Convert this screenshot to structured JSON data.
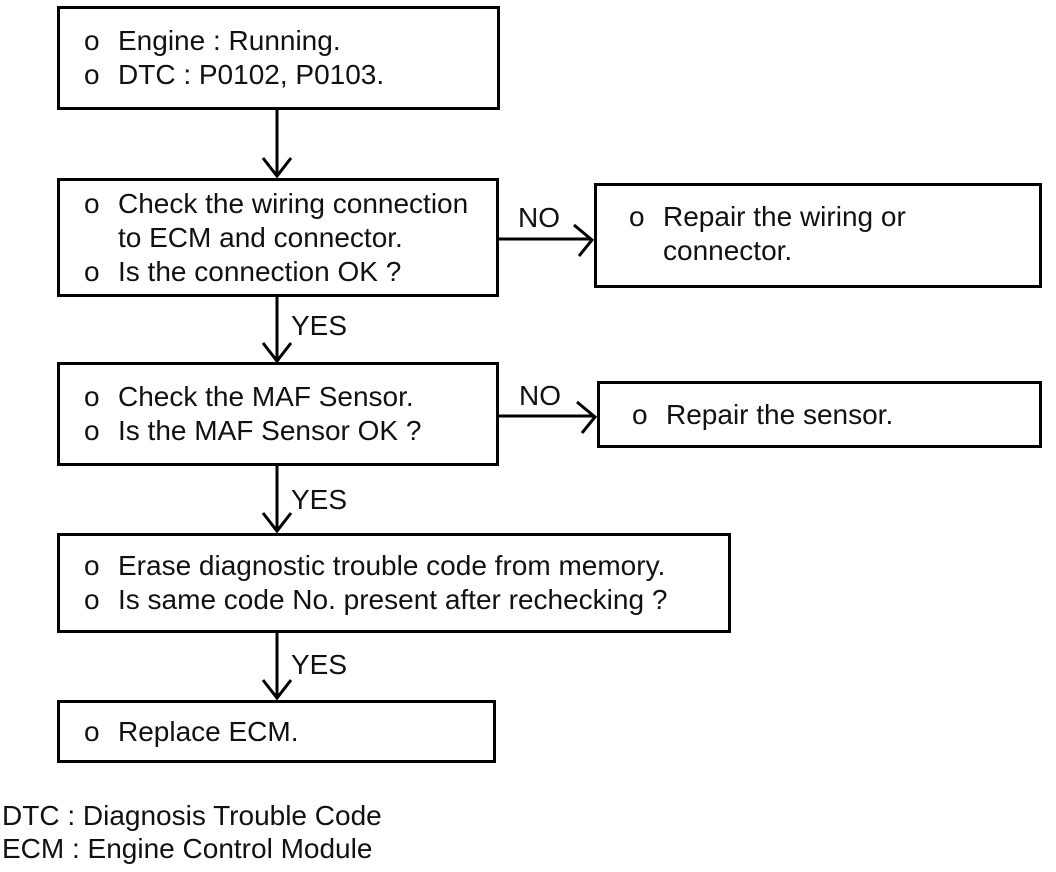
{
  "bullet": "o",
  "labels": {
    "yes": "YES",
    "no": "NO"
  },
  "boxes": {
    "step1": {
      "lines": [
        "Engine : Running.",
        "DTC : P0102, P0103."
      ]
    },
    "step2": {
      "lines": [
        "Check the wiring connection to ECM and connector.",
        "Is the connection OK ?"
      ]
    },
    "repair_wiring": {
      "lines": [
        "Repair the wiring or connector."
      ]
    },
    "step3": {
      "lines": [
        "Check the MAF Sensor.",
        "Is the MAF Sensor OK ?"
      ]
    },
    "repair_sensor": {
      "lines": [
        "Repair the sensor."
      ]
    },
    "step4": {
      "lines": [
        "Erase diagnostic trouble code from memory.",
        "Is same code No. present after rechecking ?"
      ]
    },
    "step5": {
      "lines": [
        "Replace ECM."
      ]
    }
  },
  "footnotes": {
    "dtc": "DTC : Diagnosis Trouble Code",
    "ecm": "ECM : Engine Control Module"
  },
  "colors": {
    "ink": "#111111",
    "line": "#000000",
    "background": "#ffffff"
  }
}
